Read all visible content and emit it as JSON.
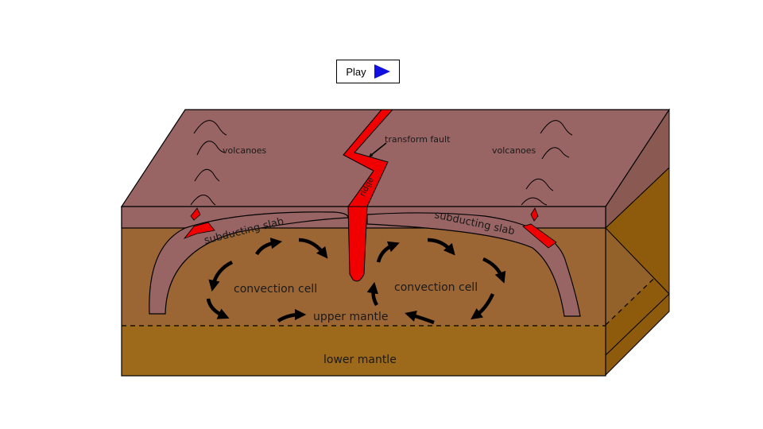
{
  "controls": {
    "play_label": "Play",
    "play_icon": "play-triangle-icon"
  },
  "labels": {
    "volcanoes_left": "volcanoes",
    "volcanoes_right": "volcanoes",
    "transform_fault": "transform fault",
    "ridge": "ridge",
    "subducting_slab_left": "subducting slab",
    "subducting_slab_right": "subducting slab",
    "convection_cell_left": "convection cell",
    "convection_cell_right": "convection cell",
    "upper_mantle": "upper mantle",
    "lower_mantle": "lower mantle"
  },
  "colors": {
    "plate": "#986464",
    "upper_mantle": "#9b6634",
    "lower_mantle": "#9c6a1a",
    "side_upper": "#93622a",
    "side_lower": "#8e5a0c",
    "magma": "#f00000",
    "arrow": "#000000"
  }
}
